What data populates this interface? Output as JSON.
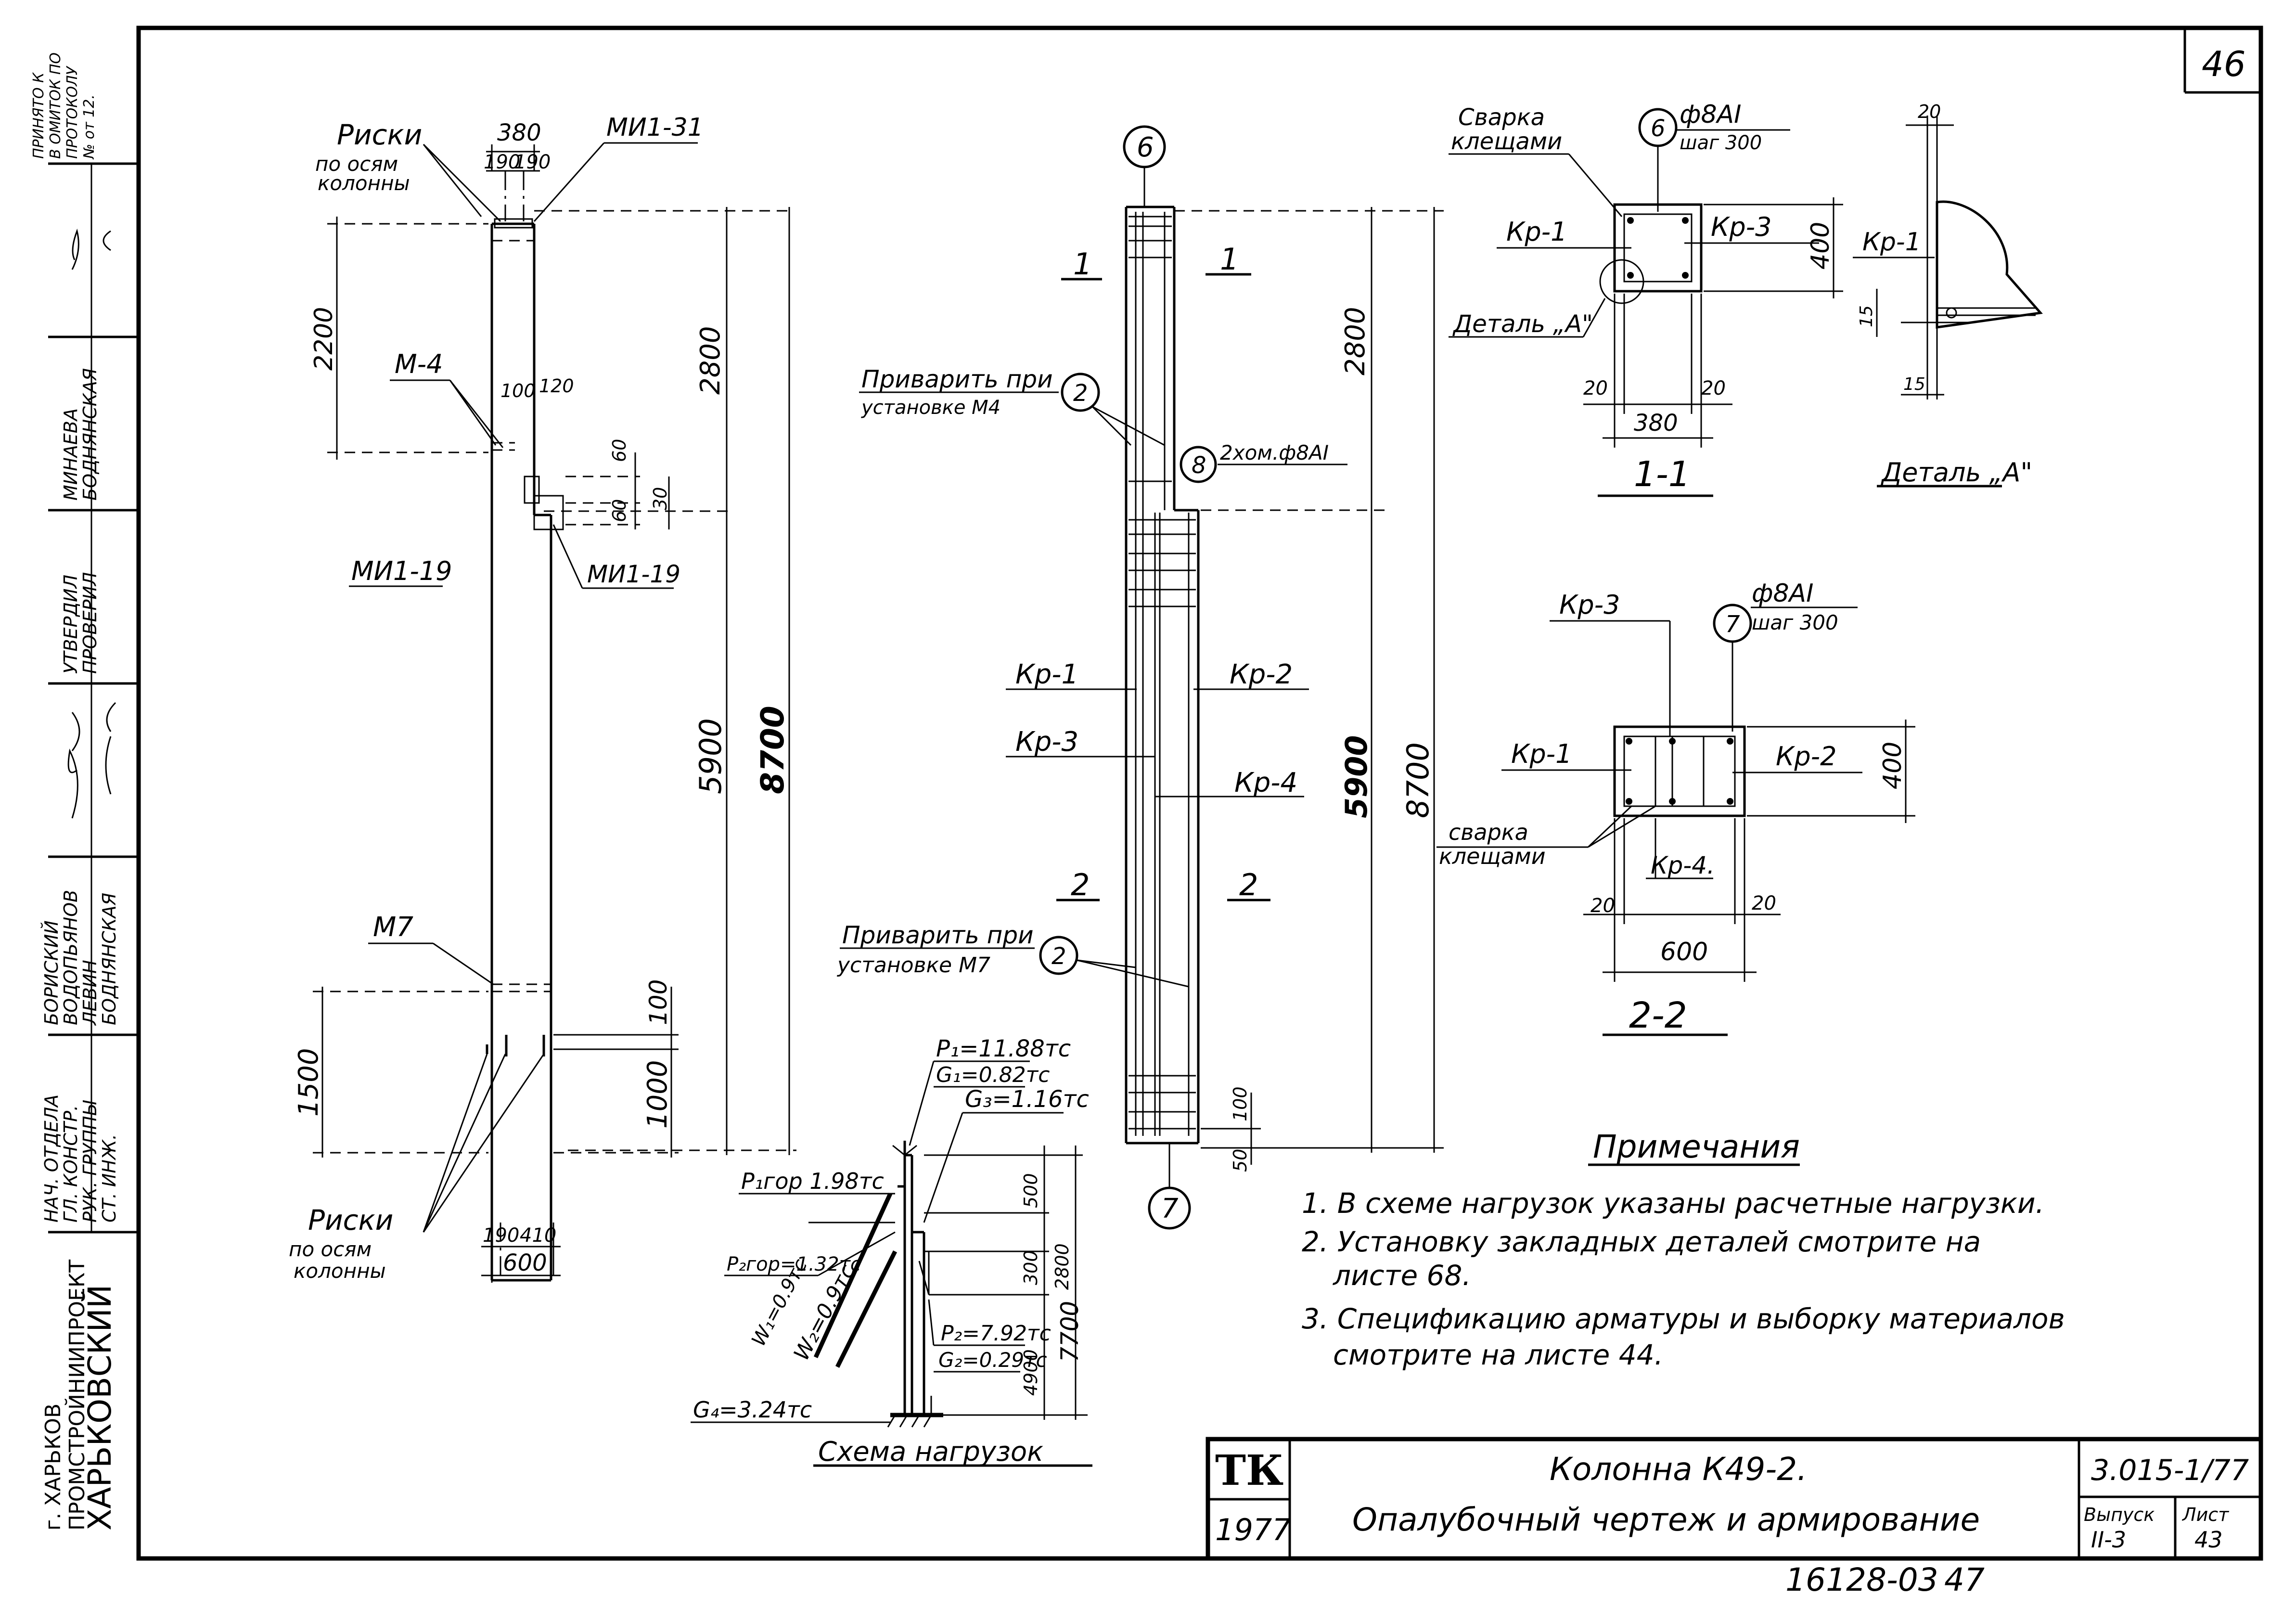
{
  "sheet": {
    "page_number": "46",
    "bottom_note": "16128-03",
    "bottom_page": "47"
  },
  "side_stamp": {
    "org_line1": "ХАРЬКОВСКИЙ",
    "org_line2": "ПРОМСТРОЙНИИПРОЕКТ",
    "org_line3": "г. ХАРЬКОВ",
    "roles": [
      "НАЧ. ОТДЕЛА",
      "ГЛ. КОНСТР.",
      "РУК. ГРУППЫ",
      "СТ. ИНЖ."
    ],
    "names": [
      "БОРИСКИЙ",
      "ВОДОПЬЯНОВ",
      "ЛЕВИН",
      "БОДНЯНСКАЯ"
    ],
    "checked_label1": "УТВЕРДИЛ",
    "checked_label2": "ПРОВЕРИЛ",
    "checked_names1": "МИНАЕВА",
    "checked_names2": "БОДНЯНСКАЯ",
    "top_note1": "ПРИНЯТО К",
    "top_note2": "В ОМИТОК ПО",
    "top_note3": "ПРОТОКОЛУ",
    "top_note4": "№ от 12."
  },
  "elevation": {
    "risk_top": "Риски",
    "risk_top_sub1": "по осям",
    "risk_top_sub2": "колонны",
    "dim_380": "380",
    "dim_190a": "190",
    "dim_190b": "190",
    "mi1_31": "МИ1-31",
    "dim_2200": "2200",
    "m4": "М-4",
    "dim_100": "100",
    "dim_120": "120",
    "dim_60a": "60",
    "dim_60b": "60",
    "dim_30": "30",
    "mi1_19_left": "МИ1-19",
    "mi1_19_right": "МИ1-19",
    "dim_2800": "2800",
    "dim_5900": "5900",
    "dim_8700": "8700",
    "m7": "М7",
    "dim_1500": "1500",
    "dim_100b": "100",
    "dim_1000": "1000",
    "risk_bot": "Риски",
    "risk_bot_sub1": "по осям",
    "risk_bot_sub2": "колонны",
    "dim_190c": "190",
    "dim_410": "410",
    "dim_600": "600"
  },
  "reinforcement": {
    "mark_top": "6",
    "mark_bot": "7",
    "sec1_left": "1",
    "sec1_right": "1",
    "sec2_left": "2",
    "sec2_right": "2",
    "weld_note1": "Приварить при",
    "weld_note1b": "установке  М4",
    "weld_mark1": "2",
    "mark8": "8",
    "mark8_label": "2хом.ф8АI",
    "kr1": "Кр-1",
    "kr2": "Кр-2",
    "kr3": "Кр-3",
    "kr4": "Кр-4",
    "weld_note2": "Приварить при",
    "weld_note2b": "установке М7",
    "weld_mark2": "2",
    "dim_2800": "2800",
    "dim_5900": "5900",
    "dim_8700": "8700",
    "dim_100": "100",
    "dim_50": "50"
  },
  "section11": {
    "weld": "Сварка",
    "weld2": "клещами",
    "mark": "6",
    "bar": "ф8АI",
    "step": "шаг 300",
    "kr1": "Кр-1",
    "kr3": "Кр-3",
    "dim_400": "400",
    "detail": "Деталь „А\"",
    "dim_20a": "20",
    "dim_20b": "20",
    "dim_380": "380",
    "title": "1-1"
  },
  "detailA": {
    "dim_20": "20",
    "kr1": "Кр-1",
    "dim_15a": "15",
    "dim_15b": "15",
    "title": "Деталь „А\""
  },
  "section22": {
    "kr3": "Кр-3",
    "mark": "7",
    "bar": "ф8АI",
    "step": "шаг 300",
    "kr1": "Кр-1",
    "kr2": "Кр-2",
    "dim_400": "400",
    "weld": "сварка",
    "weld2": "клещами",
    "kr4": "Кр-4.",
    "dim_20a": "20",
    "dim_20b": "20",
    "dim_600": "600",
    "title": "2-2"
  },
  "loads": {
    "p1": "P₁=11.88тс",
    "g1": "G₁=0.82тс",
    "g3": "G₃=1.16тс",
    "p1gor": "P₁гор 1.98тс",
    "p2gor": "P₂гор=1.32тс",
    "w1": "W₁=0.9тс",
    "w2": "W₂=0.9тс",
    "p2": "P₂=7.92тс",
    "g2": "G₂=0.29тс",
    "g4": "G₄=3.24тс",
    "dim_500": "500",
    "dim_300": "300",
    "dim_2800": "2800",
    "dim_4900": "4900",
    "dim_7700": "7700",
    "title": "Схема нагрузок"
  },
  "notes": {
    "title": "Примечания",
    "n1": "1. В схеме нагрузок указаны расчетные нагрузки.",
    "n2a": "2. Установку закладных деталей смотрите на",
    "n2b": "листе 68.",
    "n3a": "3. Спецификацию арматуры и выборку материалов",
    "n3b": "смотрите на листе 44."
  },
  "title_block": {
    "logo": "ТК",
    "year": "1977",
    "title1": "Колонна К49-2.",
    "title2": "Опалубочный чертеж и армирование",
    "code": "3.015-1/77",
    "issue_label": "Выпуск",
    "issue": "II-3",
    "sheet_label": "Лист",
    "sheet": "43"
  }
}
